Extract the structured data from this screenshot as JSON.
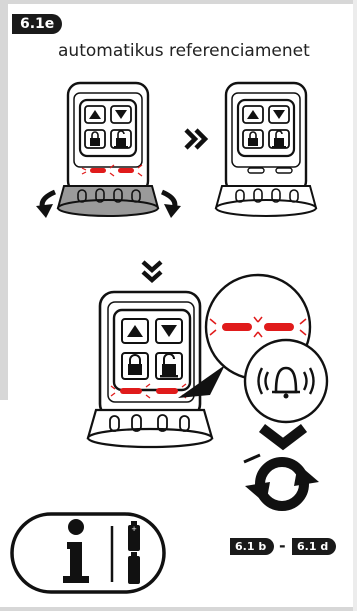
{
  "section": {
    "label": "6.1e"
  },
  "title": "automatikus referenciamenet",
  "references": {
    "from": "6.1 b",
    "separator": "-",
    "to": "6.1 d"
  },
  "colors": {
    "led_red": "#e01b1b",
    "badge_bg": "#1a1a1a",
    "ring_gray": "#9a9a9a",
    "frame": "#d7d7d7"
  },
  "icons": [
    "rotate-left-arrow-icon",
    "rotate-right-arrow-icon",
    "double-chevron-right-icon",
    "double-chevron-down-icon",
    "up-arrow-icon",
    "down-arrow-icon",
    "lock-icon",
    "unlock-icon",
    "bell-icon",
    "sync-arrows-icon",
    "info-icon",
    "battery-icon"
  ]
}
